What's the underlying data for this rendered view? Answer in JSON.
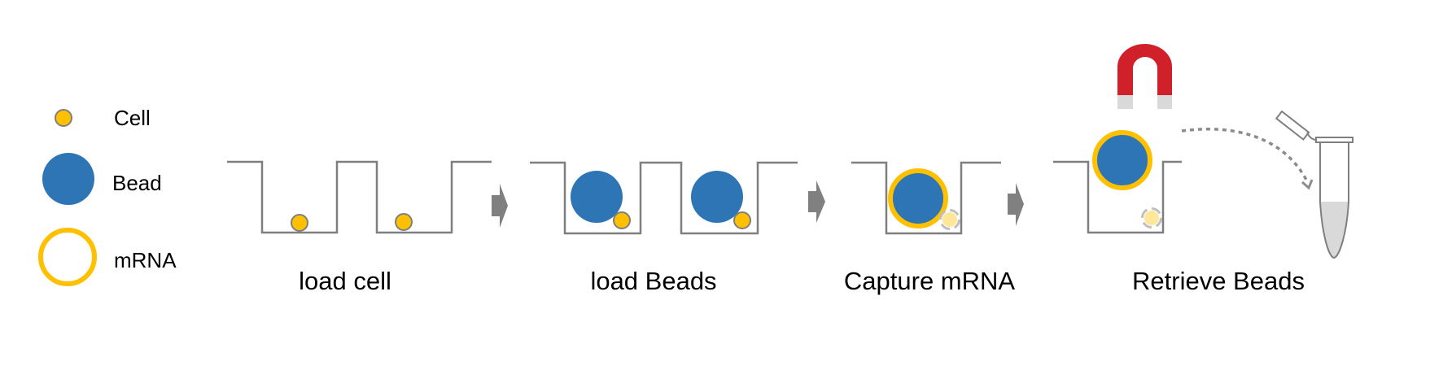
{
  "legend": [
    {
      "label": "Cell",
      "icon": "cell-icon"
    },
    {
      "label": "Bead",
      "icon": "bead-icon"
    },
    {
      "label": "mRNA",
      "icon": "mrna-ring-icon"
    }
  ],
  "steps": [
    {
      "label": "load cell"
    },
    {
      "label": "load Beads"
    },
    {
      "label": "Capture mRNA"
    },
    {
      "label": "Retrieve Beads"
    }
  ],
  "colors": {
    "bead": "#2E75B6",
    "cell": "#FFC000",
    "mrna": "#FFC000",
    "lysed_cell": "#FFE699",
    "well_line": "#7F7F7F",
    "arrow": "#808080",
    "magnet": "#D0202A",
    "magnet_pole": "#D9D9D9"
  }
}
